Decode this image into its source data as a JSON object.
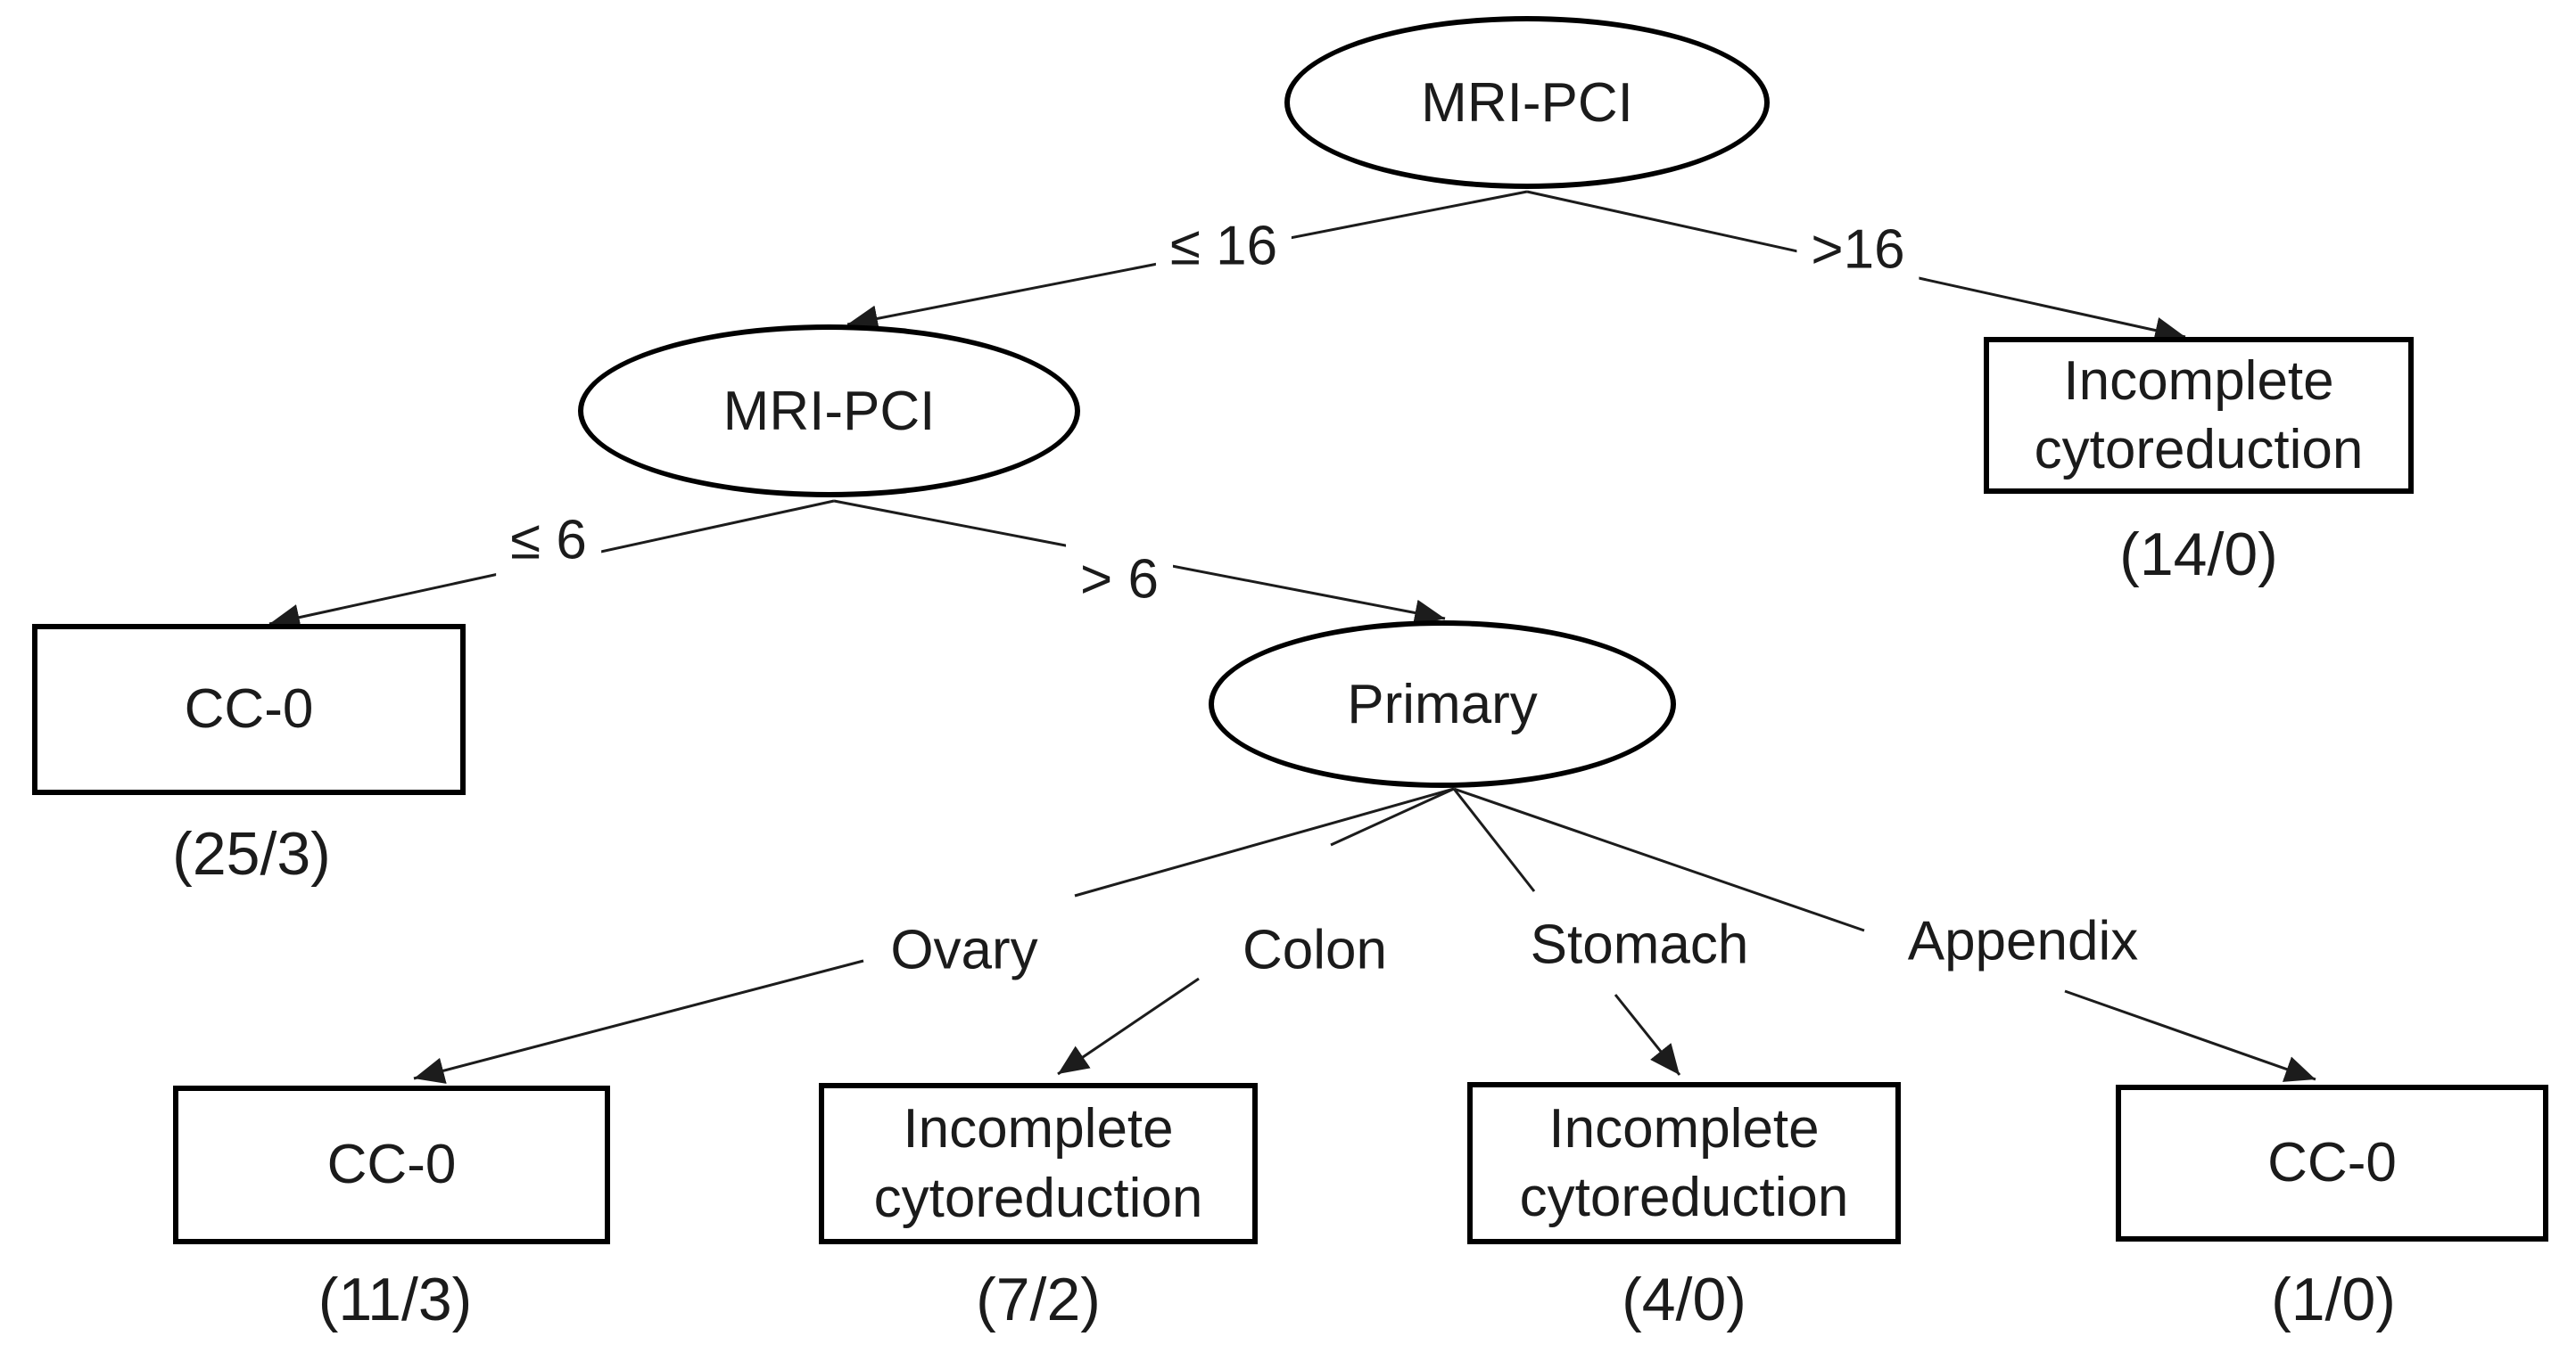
{
  "nodes": {
    "root": {
      "label": "MRI-PCI"
    },
    "mri_pci_second": {
      "label": "MRI-PCI"
    },
    "primary": {
      "label": "Primary"
    }
  },
  "outcomes": {
    "gt16": {
      "label": "Incomplete cytoreduction",
      "count": "(14/0)"
    },
    "le6": {
      "label": "CC-0",
      "count": "(25/3)"
    },
    "ovary": {
      "label": "CC-0",
      "count": "(11/3)"
    },
    "colon": {
      "label": "Incomplete cytoreduction",
      "count": "(7/2)"
    },
    "stomach": {
      "label": "Incomplete cytoreduction",
      "count": "(4/0)"
    },
    "appendix": {
      "label": "CC-0",
      "count": "(1/0)"
    }
  },
  "edge_labels": {
    "le16": "≤ 16",
    "gt16": ">16",
    "le6": "≤ 6",
    "gt6": "> 6",
    "ovary": "Ovary",
    "colon": "Colon",
    "stomach": "Stomach",
    "appendix": "Appendix"
  },
  "colors": {
    "line": "#1c1c1c",
    "text": "#1b1b1b",
    "background": "#ffffff"
  }
}
